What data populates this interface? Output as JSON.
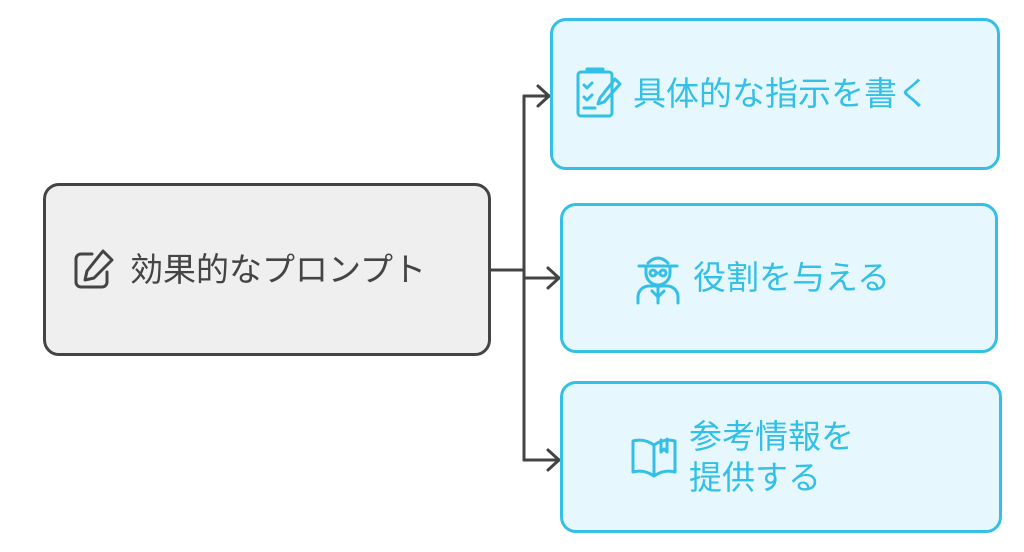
{
  "colors": {
    "root_fill": "#efefef",
    "root_stroke": "#444444",
    "child_fill": "#e6f8fd",
    "child_stroke": "#33bfe6",
    "connector": "#444444"
  },
  "root": {
    "label": "効果的なプロンプト",
    "icon": "edit-icon"
  },
  "children": [
    {
      "label": "具体的な指示を書く",
      "icon": "clipboard-edit-icon"
    },
    {
      "label": "役割を与える",
      "icon": "person-with-hat-icon"
    },
    {
      "label_lines": [
        "参考情報を",
        "提供する"
      ],
      "icon": "open-book-icon"
    }
  ]
}
